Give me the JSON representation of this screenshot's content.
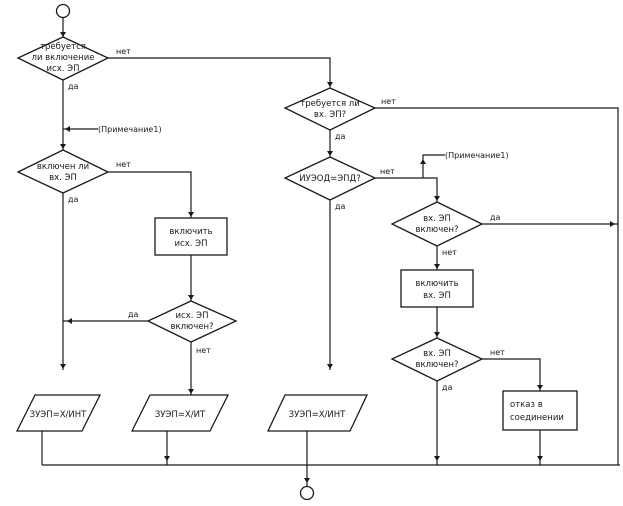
{
  "diagram": {
    "type": "flowchart",
    "colors": {
      "line": "#1a1a1a",
      "background": "#ffffff"
    },
    "terminators": {
      "start": "start-circle",
      "end": "end-circle"
    },
    "decisions": {
      "d1": {
        "lines": [
          "требуется",
          "ли включение",
          "исх. ЭП"
        ]
      },
      "d2": {
        "lines": [
          "включен ли",
          "вх. ЭП"
        ]
      },
      "d3": {
        "lines": [
          "исх. ЭП",
          "включен?"
        ]
      },
      "d4": {
        "lines": [
          "требуется ли",
          "вх. ЭП?"
        ]
      },
      "d5": {
        "lines": [
          "ИУЭОД=ЭПД?"
        ]
      },
      "d6": {
        "lines": [
          "вх. ЭП",
          "включен?"
        ]
      },
      "d7": {
        "lines": [
          "вх. ЭП",
          "включен?"
        ]
      }
    },
    "processes": {
      "p1": {
        "lines": [
          "включить",
          "исх. ЭП"
        ]
      },
      "p2": {
        "lines": [
          "включить",
          "вх. ЭП"
        ]
      },
      "p3": {
        "lines": [
          "отказ в",
          "соединении"
        ]
      }
    },
    "outputs": {
      "o1": {
        "text": "ЗУЭП=X/ИНТ"
      },
      "o2": {
        "text": "ЗУЭП=X/ИТ"
      },
      "o3": {
        "text": "ЗУЭП=X/ИНТ"
      }
    },
    "notes": {
      "n1": "(Примечание1)",
      "n2": "(Примечание1)"
    },
    "branch_labels": {
      "yes": "да",
      "no": "нет"
    }
  }
}
